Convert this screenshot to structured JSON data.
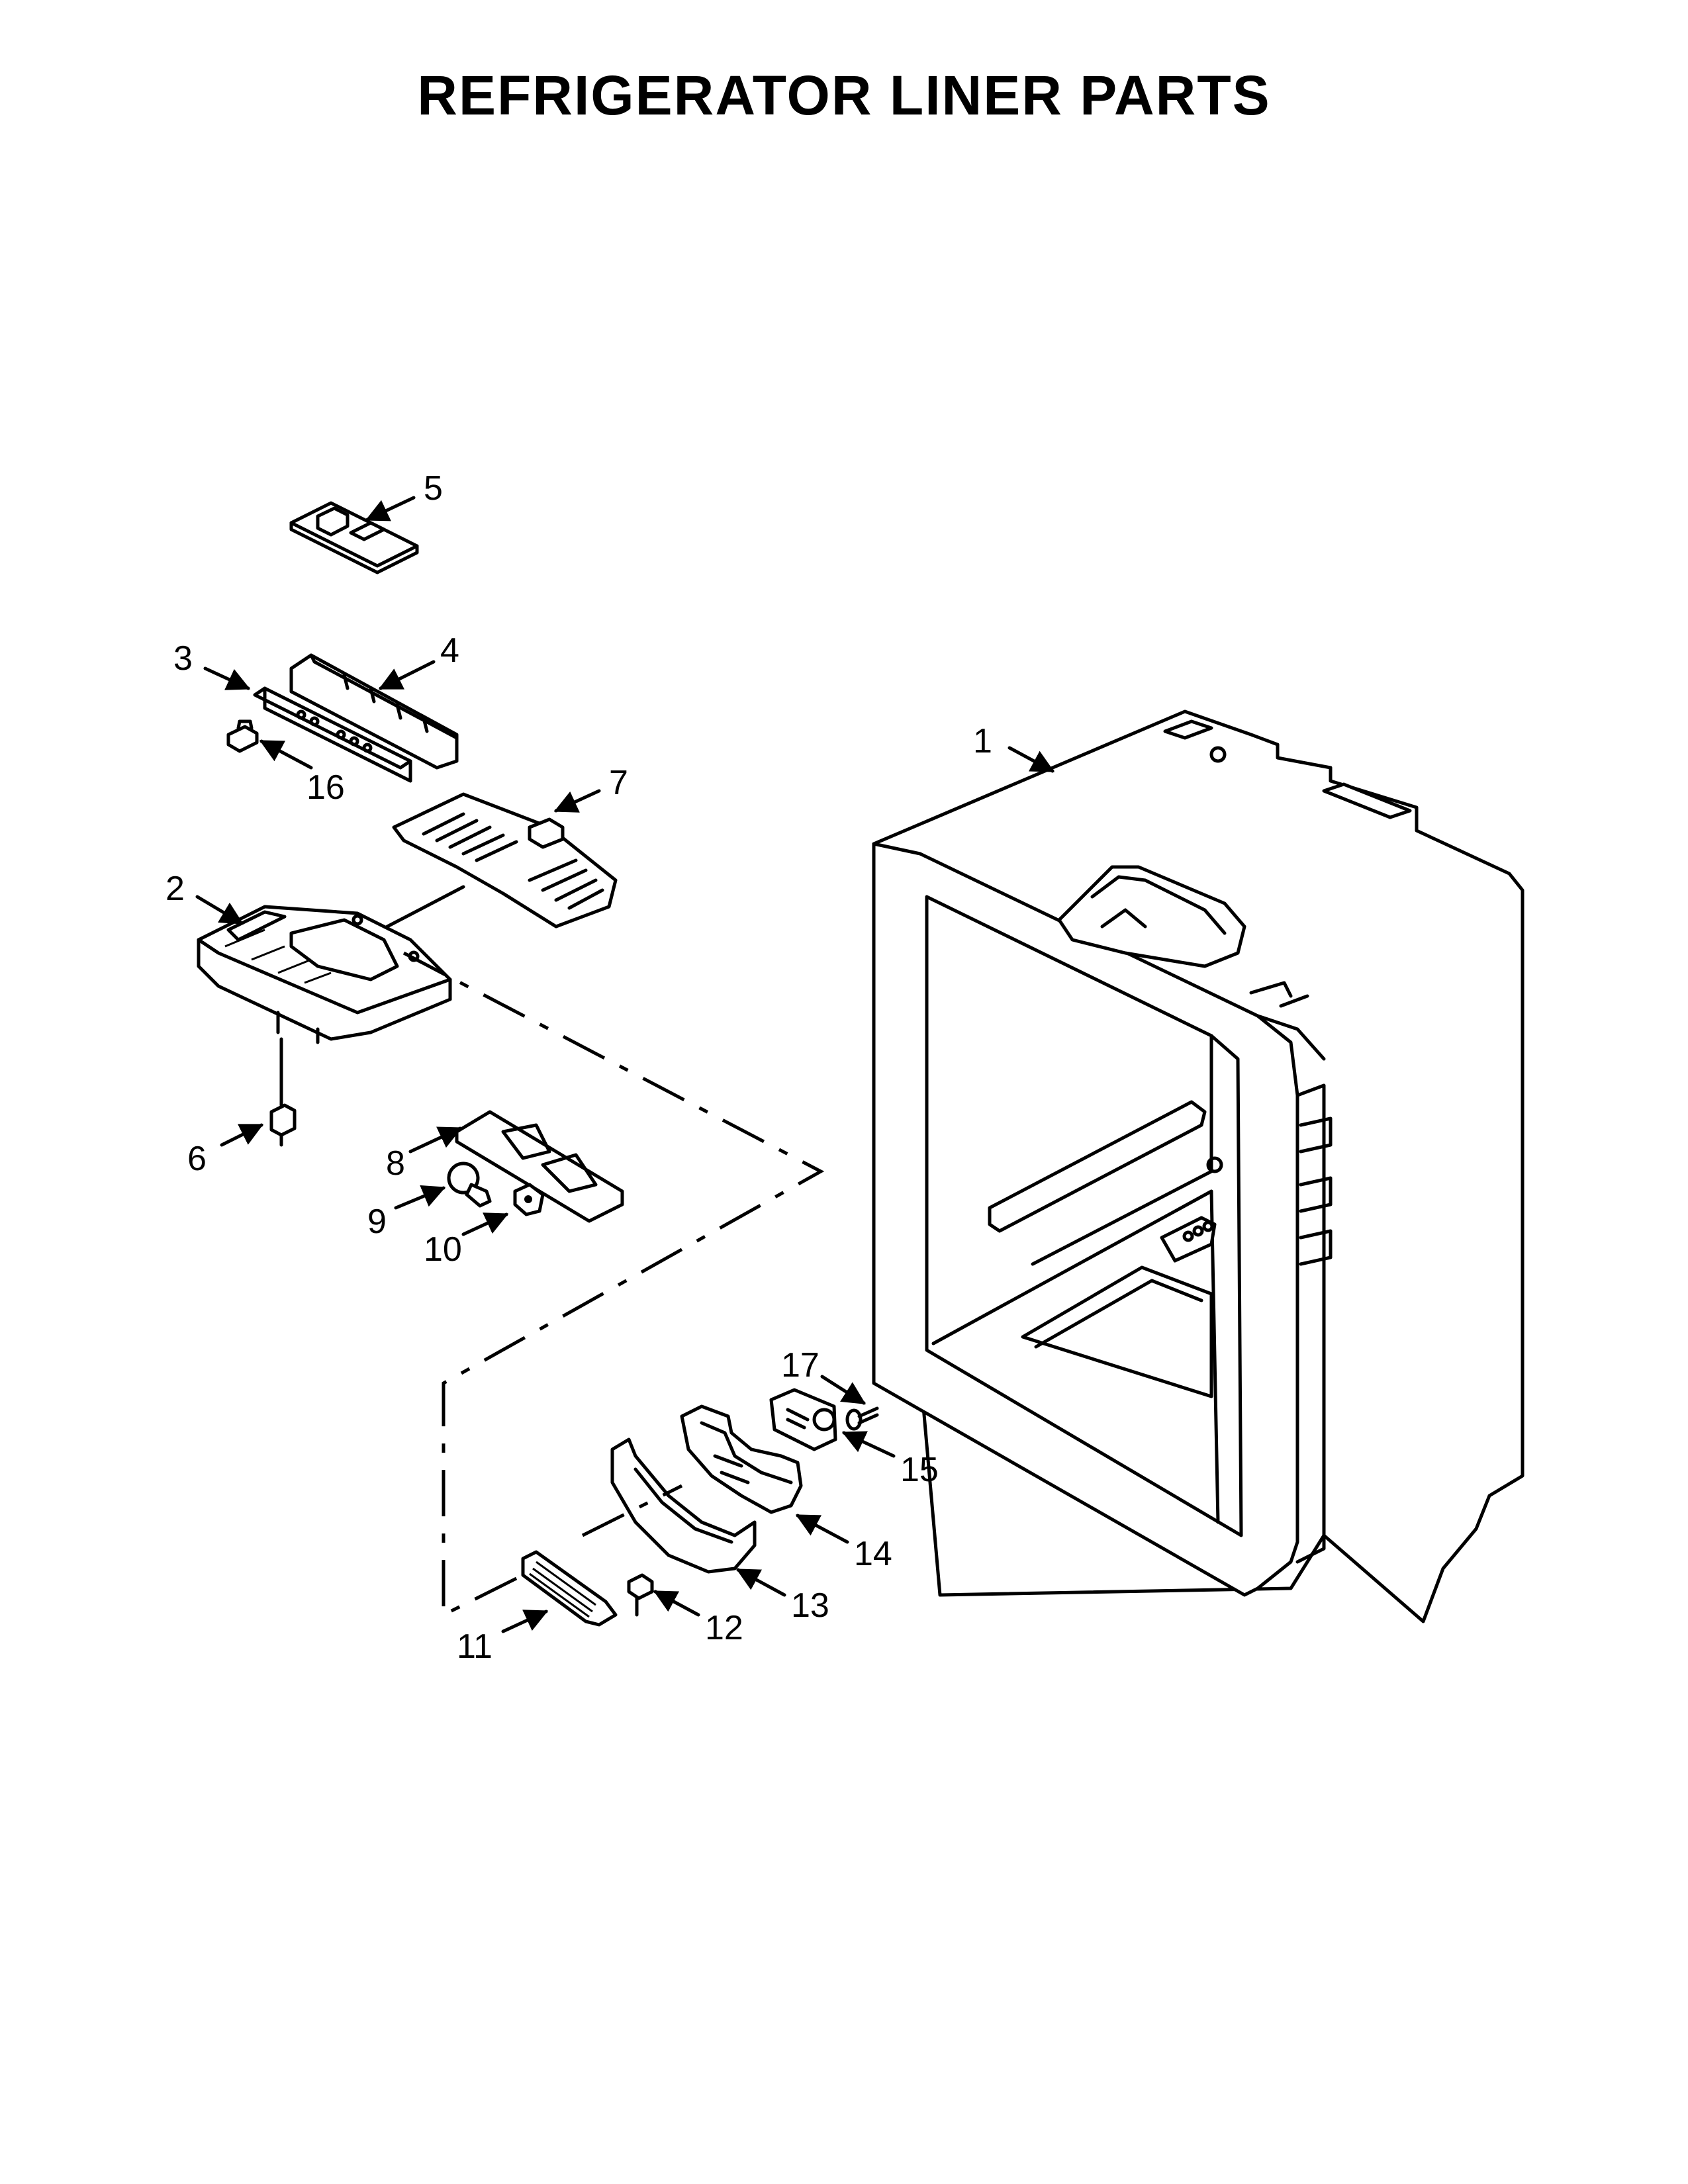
{
  "title": "REFRIGERATOR LINER PARTS",
  "callouts": [
    {
      "id": "1",
      "label": "1"
    },
    {
      "id": "2",
      "label": "2"
    },
    {
      "id": "3",
      "label": "3"
    },
    {
      "id": "4",
      "label": "4"
    },
    {
      "id": "5",
      "label": "5"
    },
    {
      "id": "6",
      "label": "6"
    },
    {
      "id": "7",
      "label": "7"
    },
    {
      "id": "8",
      "label": "8"
    },
    {
      "id": "9",
      "label": "9"
    },
    {
      "id": "10",
      "label": "10"
    },
    {
      "id": "11",
      "label": "11"
    },
    {
      "id": "12",
      "label": "12"
    },
    {
      "id": "13",
      "label": "13"
    },
    {
      "id": "14",
      "label": "14"
    },
    {
      "id": "15",
      "label": "15"
    },
    {
      "id": "16",
      "label": "16"
    },
    {
      "id": "17",
      "label": "17"
    }
  ]
}
